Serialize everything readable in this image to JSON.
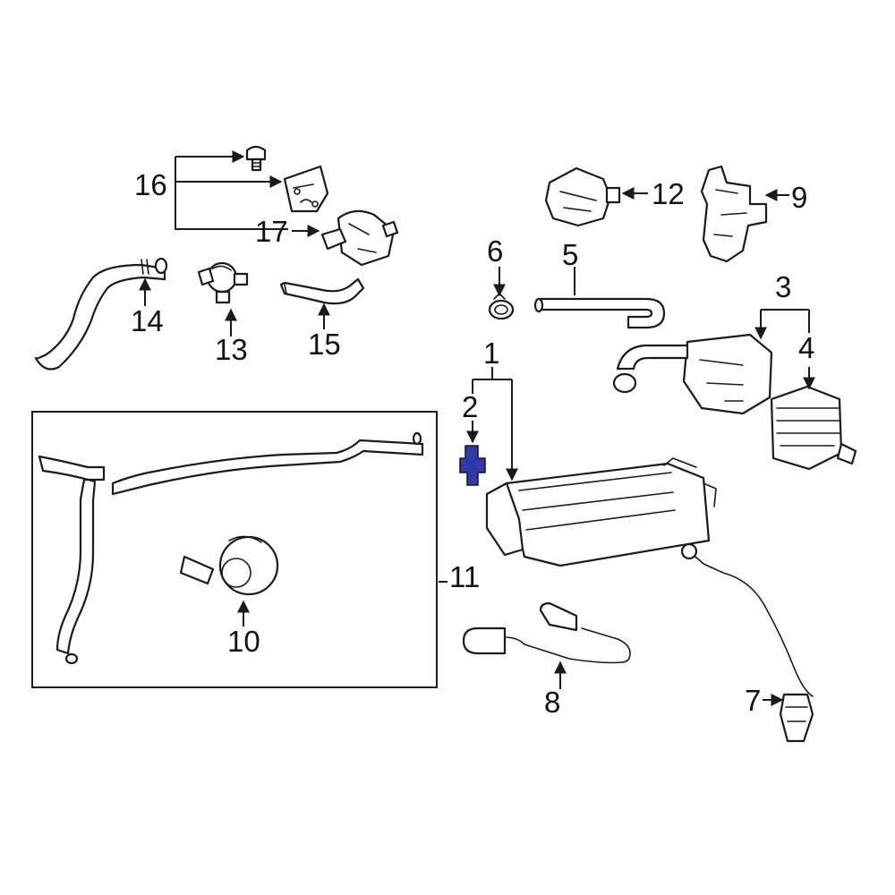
{
  "diagram": {
    "callouts": [
      {
        "id": "1",
        "text": "1"
      },
      {
        "id": "2",
        "text": "2"
      },
      {
        "id": "3",
        "text": "3"
      },
      {
        "id": "4",
        "text": "4"
      },
      {
        "id": "5",
        "text": "5"
      },
      {
        "id": "6",
        "text": "6"
      },
      {
        "id": "7",
        "text": "7"
      },
      {
        "id": "8",
        "text": "8"
      },
      {
        "id": "9",
        "text": "9"
      },
      {
        "id": "10",
        "text": "10"
      },
      {
        "id": "11",
        "text": "11"
      },
      {
        "id": "12",
        "text": "12"
      },
      {
        "id": "13",
        "text": "13"
      },
      {
        "id": "14",
        "text": "14"
      },
      {
        "id": "15",
        "text": "15"
      },
      {
        "id": "16",
        "text": "16"
      },
      {
        "id": "17",
        "text": "17"
      }
    ],
    "highlighted_part": "2",
    "highlight_color": "#2f3aa8",
    "line_color": "#1a1a1a"
  }
}
